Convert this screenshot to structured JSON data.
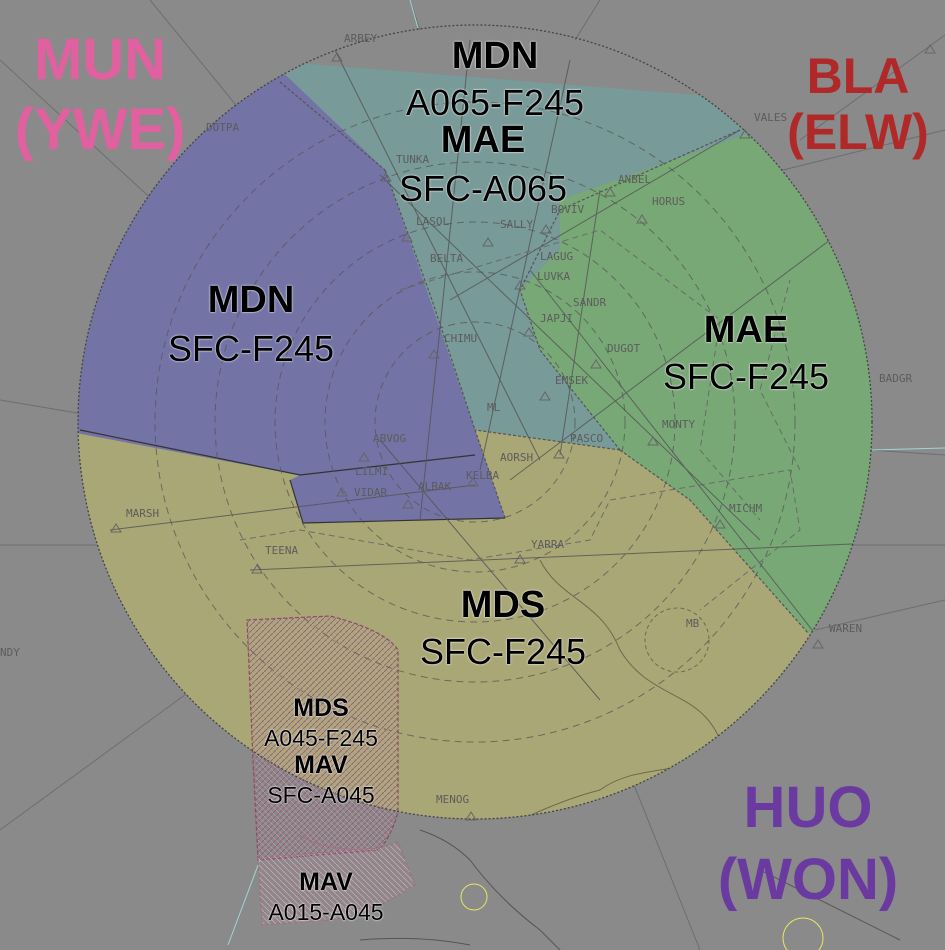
{
  "colors": {
    "background": "#8a8a8a",
    "mdn_west": "#7373a6",
    "mdn_north": "#789a98",
    "mae_east": "#79a877",
    "mds": "#aaa777",
    "mds_mav": "#b07a91",
    "mav": "#c0909f",
    "mun": "#e060a0",
    "bla": "#b02828",
    "huo": "#6a3aa0"
  },
  "neighbours": {
    "mun": {
      "code": "MUN",
      "sub": "(YWE)"
    },
    "bla": {
      "code": "BLA",
      "sub": "(ELW)"
    },
    "huo": {
      "code": "HUO",
      "sub": "(WON)"
    }
  },
  "sectors": {
    "mdn_north": {
      "name": "MDN",
      "alt": "A065-F245"
    },
    "mae_north": {
      "name": "MAE",
      "alt": "SFC-A065"
    },
    "mdn_west": {
      "name": "MDN",
      "alt": "SFC-F245"
    },
    "mae_east": {
      "name": "MAE",
      "alt": "SFC-F245"
    },
    "mds_main": {
      "name": "MDS",
      "alt": "SFC-F245"
    },
    "mds_sw": {
      "name": "MDS",
      "alt": "A045-F245"
    },
    "mav_sw": {
      "name": "MAV",
      "alt": "SFC-A045"
    },
    "mav_south": {
      "name": "MAV",
      "alt": "A015-A045"
    }
  },
  "waypoints": {
    "arbey": "ARBEY",
    "dotpa": "DOTPA",
    "vales": "VALES",
    "tunka": "TUNKA",
    "anbel": "ANBEL",
    "horus": "HORUS",
    "lasol": "LASOL",
    "sally": "SALLY",
    "boviv": "BOVIV",
    "lagug": "LAGUG",
    "belta": "BELTA",
    "luvka": "LUVKA",
    "sandr": "SANDR",
    "japji": "JAPJI",
    "chimu": "CHIMU",
    "dugot": "DUGOT",
    "emsek": "EMSEK",
    "badgr": "BADGR",
    "ml": "ML",
    "monty": "MONTY",
    "abvog": "ABVOG",
    "pasco": "PASCO",
    "aorsh": "AORSH",
    "lilmi": "LILMI",
    "kelba": "KELBA",
    "vidar": "VIDAR",
    "albak": "ALBAK",
    "marsh": "MARSH",
    "michm": "MICHM",
    "teena": "TEENA",
    "yarra": "YARRA",
    "mb": "MB",
    "waren": "WAREN",
    "ndy": "NDY",
    "menog": "MENOG"
  }
}
